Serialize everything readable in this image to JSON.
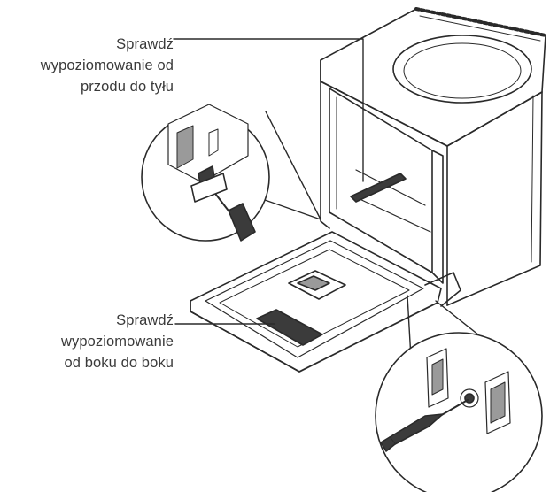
{
  "callouts": {
    "front_to_back": {
      "line1": "Sprawdź",
      "line2": "wypoziomowanie od",
      "line3": "przodu do tyłu"
    },
    "side_to_side": {
      "line1": "Sprawdź",
      "line2": "wypoziomowanie",
      "line3": "od boku do boku"
    }
  },
  "colors": {
    "line": "#2a2a2a",
    "fill": "#ffffff",
    "shade": "#9a9a9a",
    "dark": "#3b3b3b"
  }
}
